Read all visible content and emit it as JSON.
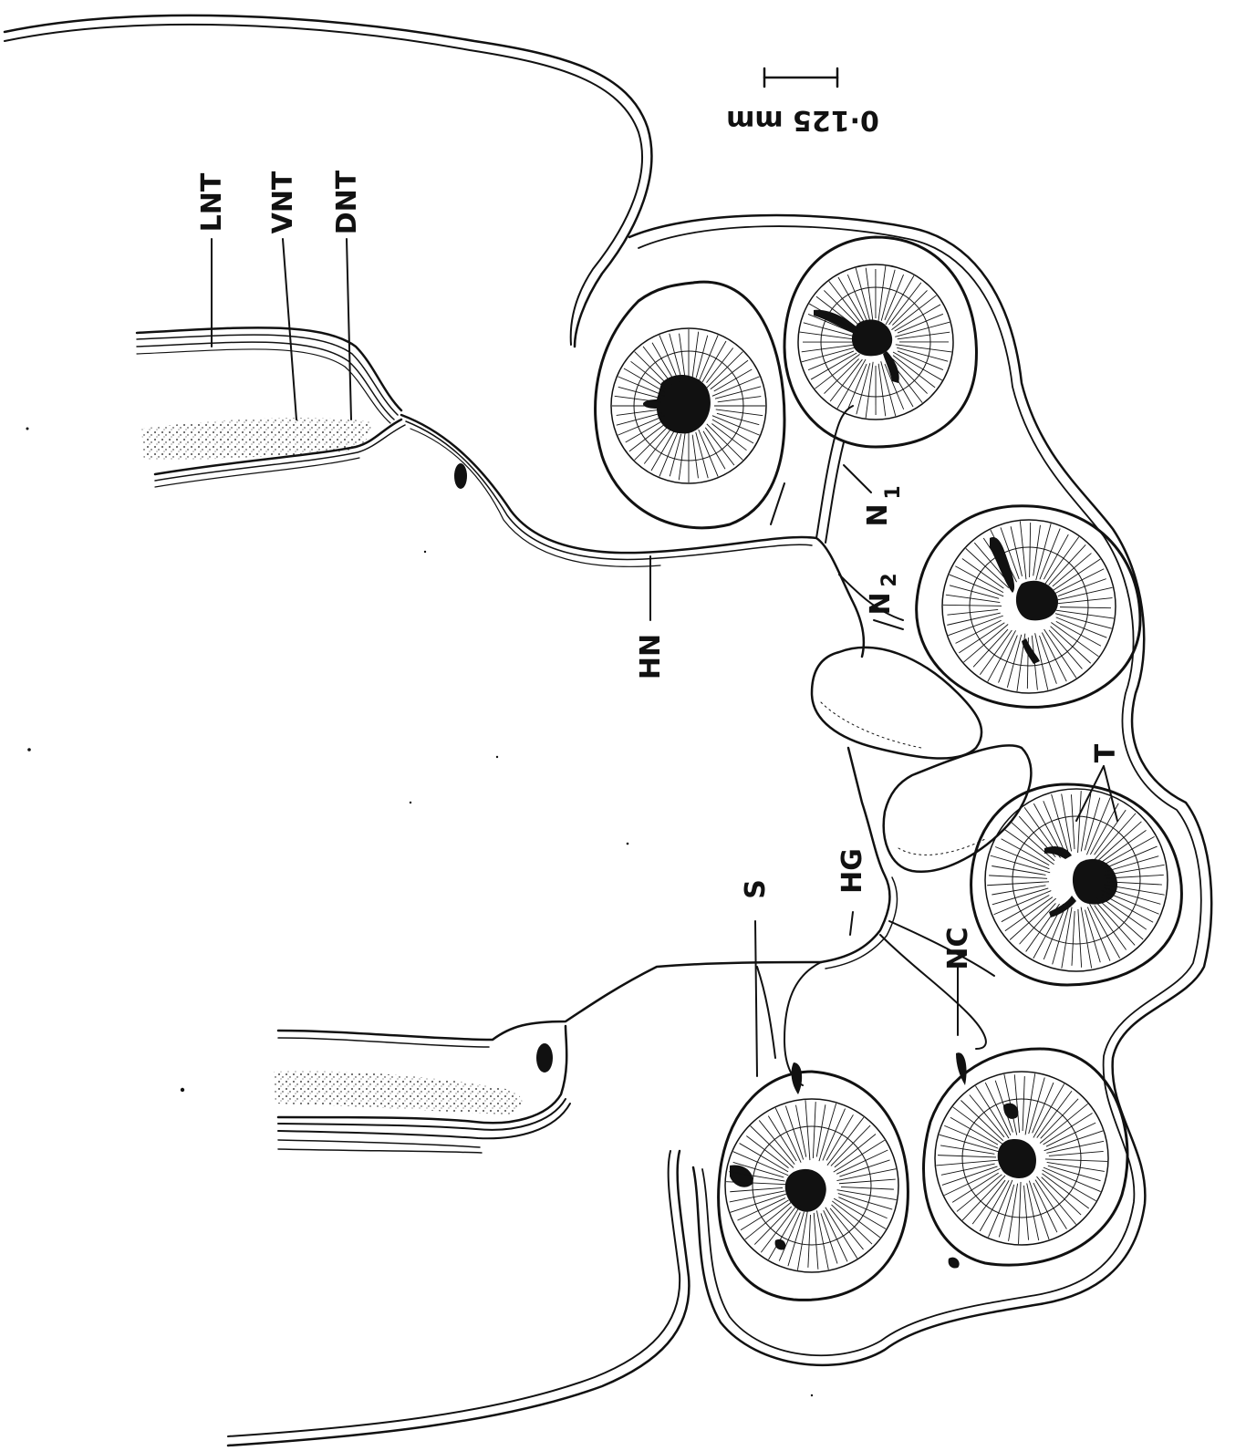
{
  "labels": {
    "lnt": "LNT",
    "vnt": "VNT",
    "dnt": "DNT",
    "hn": "HN",
    "n1_main": "N",
    "n1_sub": "1",
    "n2_main": "N",
    "n2_sub": "2",
    "t": "T",
    "hg": "HG",
    "s": "S",
    "nc": "NC"
  },
  "scale_bar": {
    "label": "0·125 mm"
  },
  "colors": {
    "ink": "#111111",
    "background": "#ffffff"
  }
}
